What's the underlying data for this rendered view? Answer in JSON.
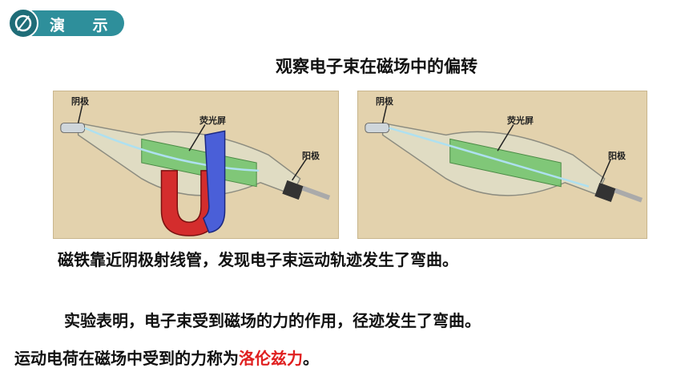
{
  "badge": {
    "label": "演 示"
  },
  "title": "观察电子束在磁场中的偏转",
  "panels": {
    "left": {
      "cathode": "阴极",
      "screen": "荧光屏",
      "anode": "阳极"
    },
    "right": {
      "cathode": "阴极",
      "screen": "荧光屏",
      "anode": "阳极"
    }
  },
  "text": {
    "line1": "磁铁靠近阴极射线管，发现电子束运动轨迹发生了弯曲。",
    "line2": "实验表明，电子束受到磁场的力的作用，径迹发生了弯曲。",
    "line3_prefix": "运动电荷在磁场中受到的力称为",
    "line3_highlight": "洛伦兹力",
    "line3_suffix": "。"
  },
  "colors": {
    "accent": "#2e8f9b",
    "highlight": "#e02020",
    "panel_bg": "#e3d2ad"
  }
}
